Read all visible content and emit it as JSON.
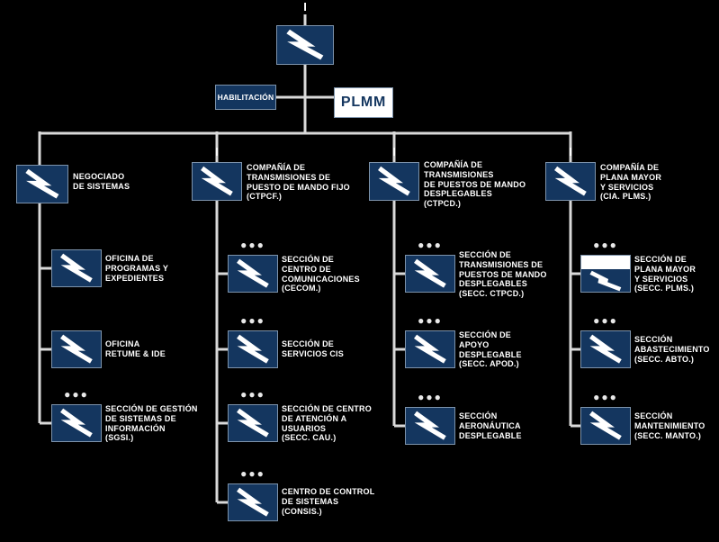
{
  "palette": {
    "background": "#000000",
    "box_fill": "#14365f",
    "flash": "#ffffff",
    "connector": "#d9d9d9",
    "text": "#ffffff",
    "plmm_text": "#14365f"
  },
  "root": {
    "echelon": "I"
  },
  "habilitacion": {
    "label": "HABILITACIÓN"
  },
  "plmm": {
    "label": "PLMM"
  },
  "columns": [
    {
      "parent": {
        "label": "NEGOCIADO\nDE SISTEMAS"
      },
      "children": [
        {
          "label": "OFICINA DE\nPROGRAMAS Y\nEXPEDIENTES"
        },
        {
          "label": "OFICINA\nRETUME & IDE"
        },
        {
          "label": "SECCIÓN DE GESTIÓN\nDE SISTEMAS DE\nINFORMACIÓN\n(SGSI.)",
          "echelon": "●●●"
        }
      ]
    },
    {
      "parent": {
        "label": "COMPAÑÍA DE\nTRANSMISIONES DE\nPUESTO DE MANDO FIJO\n(CTPCF.)",
        "echelon": "I"
      },
      "children": [
        {
          "label": "SECCIÓN DE\nCENTRO DE\nCOMUNICACIONES\n(CECOM.)",
          "echelon": "●●●"
        },
        {
          "label": "SECCIÓN DE\nSERVICIOS CIS",
          "echelon": "●●●"
        },
        {
          "label": "SECCIÓN DE CENTRO\nDE ATENCIÓN A\nUSUARIOS\n(SECC. CAU.)",
          "echelon": "●●●"
        },
        {
          "label": "CENTRO DE CONTROL\nDE SISTEMAS\n(CONSIS.)",
          "echelon": "●●●"
        }
      ]
    },
    {
      "parent": {
        "label": "COMPAÑÍA DE\nTRANSMISIONES\nDE PUESTOS DE MANDO\nDESPLEGABLES\n(CTPCD.)",
        "echelon": "I"
      },
      "children": [
        {
          "label": "SECCIÓN DE\nTRANSMISIONES DE\nPUESTOS DE MANDO\nDESPLEGABLES\n(SECC. CTPCD.)",
          "echelon": "●●●"
        },
        {
          "label": "SECCIÓN DE\nAPOYO\nDESPLEGABLE\n(SECC. APOD.)",
          "echelon": "●●●"
        },
        {
          "label": "SECCIÓN\nAERONÁUTICA\nDESPLEGABLE",
          "echelon": "●●●"
        }
      ]
    },
    {
      "parent": {
        "label": "COMPAÑÍA DE\nPLANA MAYOR\nY SERVICIOS\n(CIA. PLMS.)",
        "echelon": "I"
      },
      "children": [
        {
          "label": "SECCIÓN DE\nPLANA MAYOR\nY SERVICIOS\n(SECC. PLMS.)",
          "echelon": "●●●"
        },
        {
          "label": "SECCIÓN\nABASTECIMIENTO\n(SECC. ABTO.)",
          "echelon": "●●●"
        },
        {
          "label": "SECCIÓN\nMANTENIMIENTO\n(SECC. MANTO.)",
          "echelon": "●●●"
        }
      ]
    }
  ]
}
